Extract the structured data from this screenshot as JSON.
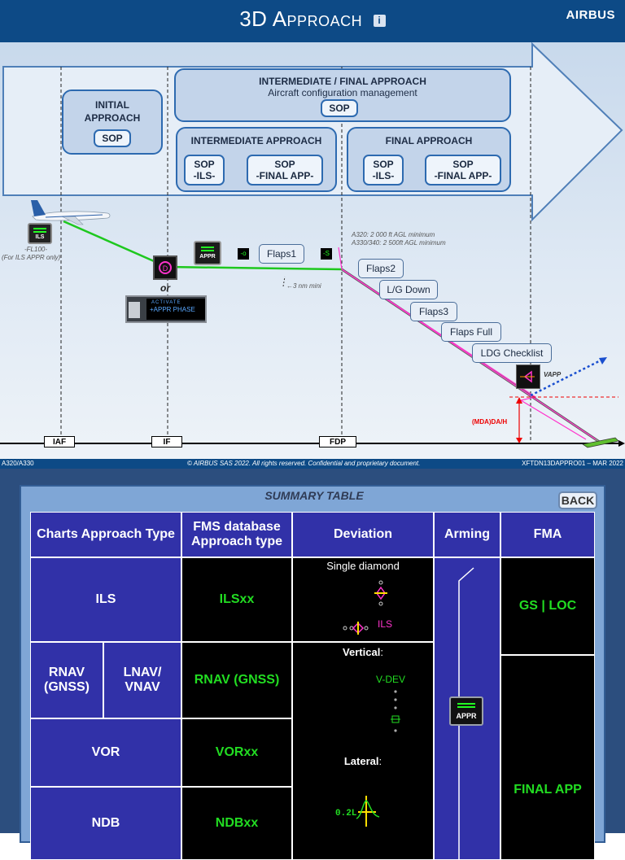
{
  "header": {
    "title": "3D Approach",
    "info_icon_glyph": "i",
    "brand": "AIRBUS",
    "color": "#0d4a86"
  },
  "diagram": {
    "intermediate_final_box": {
      "title": "INTERMEDIATE / FINAL APPROACH",
      "subtitle": "Aircraft configuration management",
      "sop": "SOP"
    },
    "initial_box": {
      "title_line1": "INITIAL",
      "title_line2": "APPROACH",
      "sop": "SOP"
    },
    "intermediate_box": {
      "title": "INTERMEDIATE APPROACH",
      "sop_ils_1": "SOP",
      "sop_ils_2": "-ILS-",
      "sop_final_1": "SOP",
      "sop_final_2": "-FINAL APP-"
    },
    "final_box": {
      "title": "FINAL APPROACH",
      "sop_ils_1": "SOP",
      "sop_ils_2": "-ILS-",
      "sop_final_1": "SOP",
      "sop_final_2": "-FINAL APP-"
    },
    "ils_note_line1": "-FL100-",
    "ils_note_line2": "(For ILS APPR only)",
    "ils_button": "ILS",
    "or_label": "or",
    "activate_label": "ACTIVATE",
    "appr_phase_label": "+APPR PHASE",
    "appr_button": "APPR",
    "speed_o": "-o",
    "speed_s": "-S",
    "flaps1": "Flaps1",
    "nm_note": "3 nm mini",
    "agl_note_line1": "A320: 2 000 ft AGL minimum",
    "agl_note_line2": "A330/340: 2 500ft AGL minimum",
    "flaps2": "Flaps2",
    "lg_down": "L/G Down",
    "flaps3": "Flaps3",
    "flaps_full": "Flaps Full",
    "ldg_checklist": "LDG Checklist",
    "vapp": "VAPP",
    "mda": "(MDA)DA/H",
    "iaf": "IAF",
    "if": "IF",
    "fdp": "FDP"
  },
  "footer": {
    "left": "A320/A330",
    "center": "© AIRBUS SAS 2022. All rights reserved. Confidential and proprietary document.",
    "right": "XFTDN13DAPPRO01 – MAR 2022"
  },
  "summary": {
    "title": "SUMMARY TABLE",
    "back_label": "BACK",
    "headers": [
      "Charts Approach Type",
      "FMS database Approach type",
      "Deviation",
      "Arming",
      "FMA"
    ],
    "rows": [
      {
        "chart": "ILS",
        "fms": "ILSxx"
      },
      {
        "chart_a": "RNAV (GNSS)",
        "chart_b": "LNAV/ VNAV",
        "fms": "RNAV (GNSS)"
      },
      {
        "chart": "VOR",
        "fms": "VORxx"
      },
      {
        "chart": "NDB",
        "fms": "NDBxx"
      }
    ],
    "deviation": {
      "single_diamond": "Single diamond",
      "ils_label": "ILS",
      "vertical_label": "Vertical",
      "vdev_label": "V-DEV",
      "lateral_label": "Lateral",
      "lateral_value": "0.2L"
    },
    "arming_button": "APPR",
    "fma": {
      "gs_loc": "GS | LOC",
      "final_app": "FINAL APP"
    }
  }
}
